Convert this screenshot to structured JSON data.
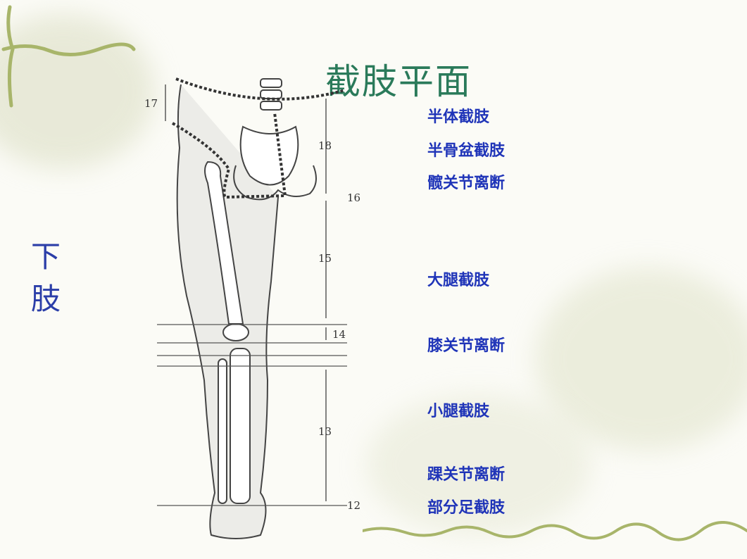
{
  "slide": {
    "title": "截肢平面",
    "side_label": "下肢"
  },
  "levels": [
    {
      "label": "半体截肢"
    },
    {
      "label": "半骨盆截肢"
    },
    {
      "label": "髋关节离断"
    },
    {
      "label": "大腿截肢"
    },
    {
      "label": "膝关节离断"
    },
    {
      "label": "小腿截肢"
    },
    {
      "label": "踝关节离断"
    },
    {
      "label": "部分足截肢"
    }
  ],
  "diagram": {
    "numbers": [
      "17",
      "18",
      "16",
      "15",
      "14",
      "13",
      "12"
    ]
  },
  "colors": {
    "title": "#2a7a5a",
    "label_blue": "#1f34b8",
    "decor_green": "#a8b56a"
  }
}
